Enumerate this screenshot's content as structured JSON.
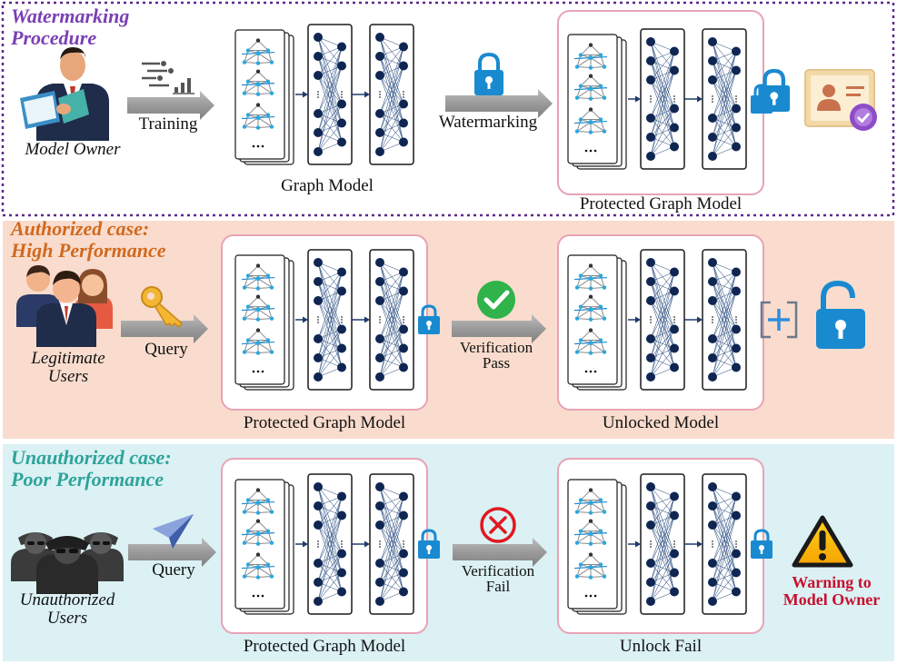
{
  "colors": {
    "watermark_title": "#7a3fb4",
    "authorized_title": "#d2691e",
    "unauthorized_title": "#2ea39a",
    "authorized_bg": "#f9dccd",
    "unauthorized_bg": "#dbf1f4",
    "node": "#0f2652",
    "lock": "#1a8ad0",
    "check": "#2fb34a",
    "cross": "#e0191f",
    "warning_text": "#c8102e",
    "protected_border": "#e8a3b5"
  },
  "sections": {
    "watermark": {
      "title_line1": "Watermarking",
      "title_line2": "Procedure",
      "actor_label": "Model Owner",
      "step1_label": "Training",
      "model_label": "Graph Model",
      "step2_label": "Watermarking",
      "result_label": "Protected Graph Model",
      "icons": [
        "model-owner-icon",
        "data-chart-icon",
        "lock-icon",
        "certificate-icon"
      ]
    },
    "authorized": {
      "title_line1": "Authorized case:",
      "title_line2": "High Performance",
      "actor_label_line1": "Legitimate",
      "actor_label_line2": "Users",
      "step1_label": "Query",
      "model_label": "Protected Graph Model",
      "step2_label_line1": "Verification",
      "step2_label_line2": "Pass",
      "result_label": "Unlocked Model",
      "icons": [
        "users-icon",
        "key-icon",
        "check-icon",
        "plus-icon",
        "unlock-icon"
      ]
    },
    "unauthorized": {
      "title_line1": "Unauthorized case:",
      "title_line2": "Poor Performance",
      "actor_label_line1": "Unauthorized",
      "actor_label_line2": "Users",
      "step1_label": "Query",
      "model_label": "Protected Graph Model",
      "step2_label_line1": "Verification",
      "step2_label_line2": "Fail",
      "result_label": "Unlock Fail",
      "warning_line1": "Warning to",
      "warning_line2": "Model Owner",
      "icons": [
        "spy-users-icon",
        "paper-plane-icon",
        "cross-icon",
        "warning-icon"
      ]
    }
  }
}
